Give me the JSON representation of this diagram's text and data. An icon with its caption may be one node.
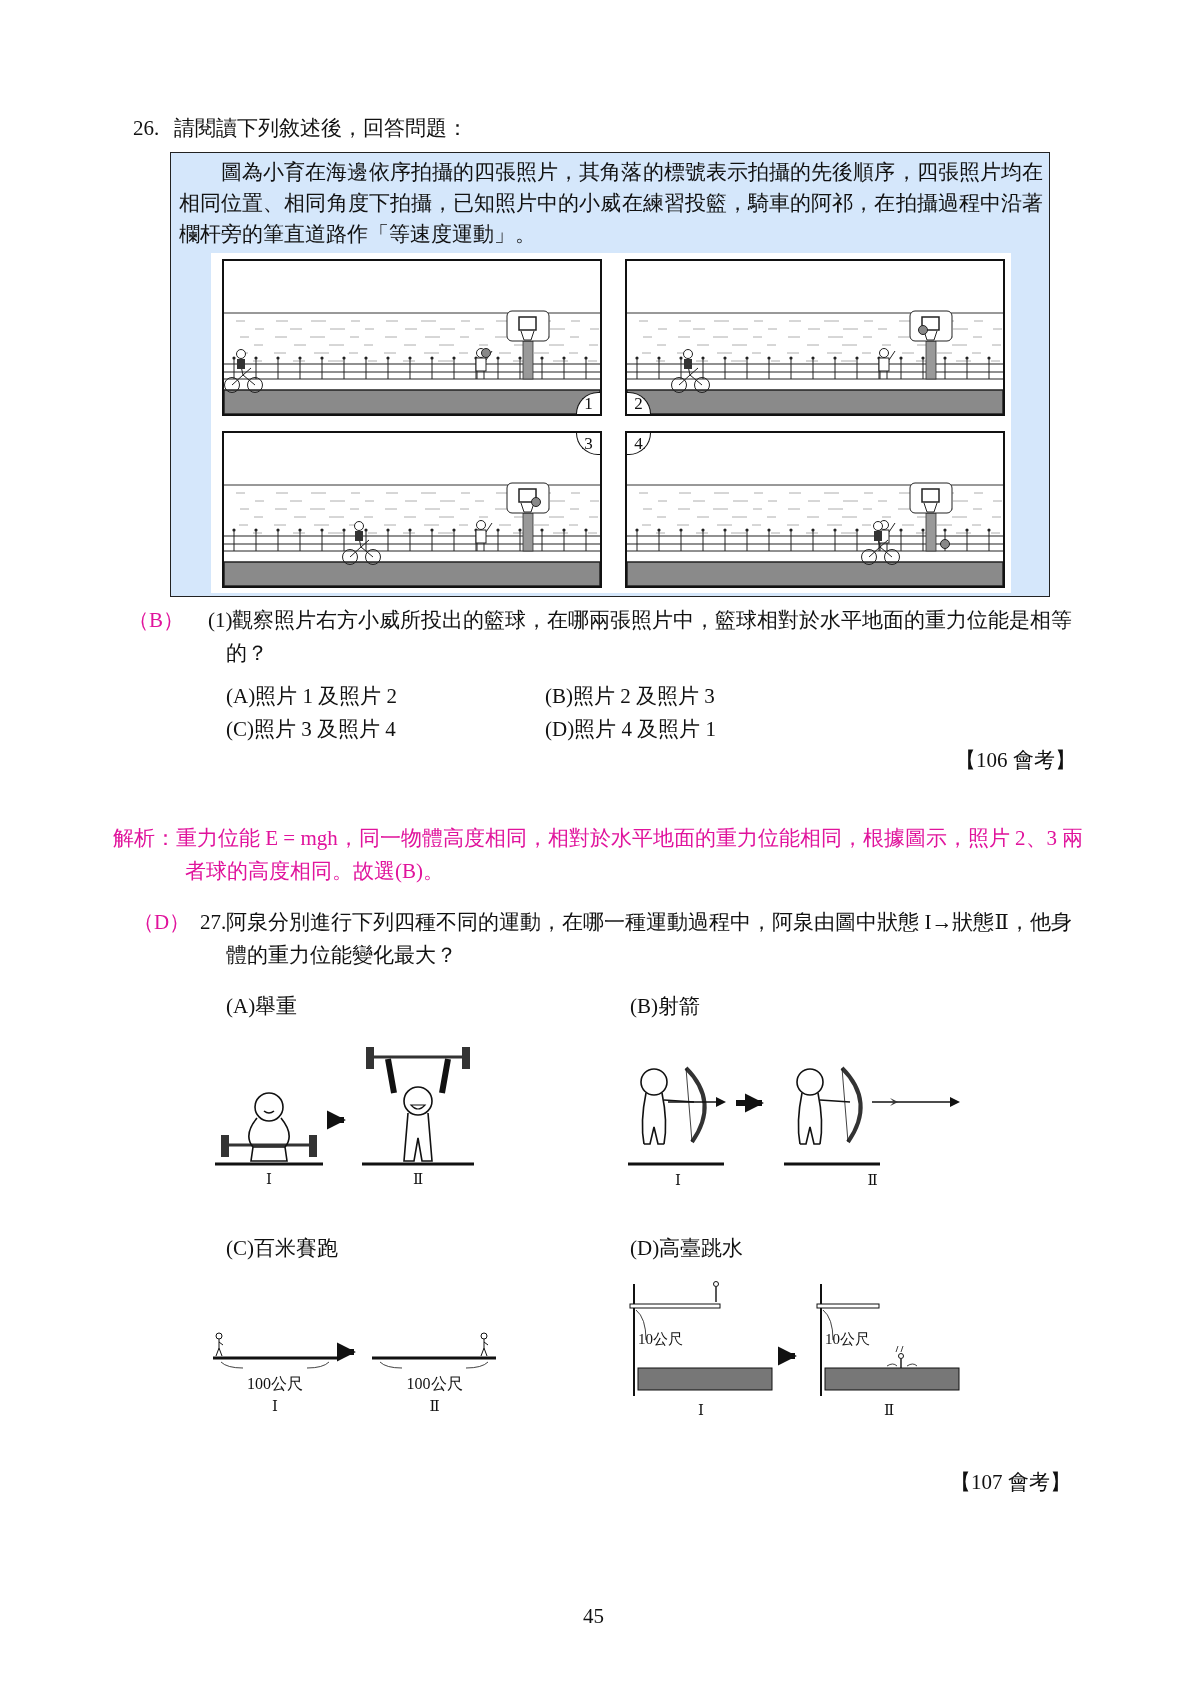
{
  "diagram": {
    "nodes": [
      {
        "text": [
          "圖為小育在海邊依序拍攝的四張照片，其角落的標號表示拍攝的先後順序，四張照片均在相同位置、相同角度下拍攝，已知照片中的小威在練習投籃，騎車的阿祁，在拍攝過程中沿著欄杆旁的筆直道路作「等速度運動」。"
        ]
      },
      {
        "text": [
          "1"
        ],
        "in": 0
      },
      {
        "text": [
          "2"
        ],
        "in": 0
      },
      {
        "text": [
          "3"
        ],
        "in": 0
      },
      {
        "text": [
          "4"
        ],
        "in": 0
      },
      {
        "text": [],
        "shape": "picture",
        "beside": [
          "Ⅰ"
        ]
      },
      {
        "text": [],
        "shape": "picture",
        "beside": [
          "Ⅱ"
        ]
      },
      {
        "text": [],
        "shape": "picture",
        "beside": [
          "Ⅰ"
        ]
      },
      {
        "text": [],
        "shape": "picture",
        "beside": [
          "Ⅱ"
        ]
      },
      {
        "text": [],
        "shape": "picture",
        "beside": [
          "100公尺",
          "Ⅰ"
        ]
      },
      {
        "text": [],
        "shape": "picture",
        "beside": [
          "100公尺",
          "Ⅱ"
        ]
      },
      {
        "text": [
          "10公尺"
        ],
        "beside": [
          "Ⅰ"
        ]
      },
      {
        "text": [
          "10公尺"
        ],
        "beside": [
          "Ⅱ"
        ]
      }
    ],
    "edges": [
      {
        "from": 5,
        "to": 6,
        "arrow": "to"
      },
      {
        "from": 7,
        "to": 8,
        "arrow": "to"
      },
      {
        "from": 9,
        "to": 10,
        "arrow": "to"
      },
      {
        "from": 11,
        "to": 12,
        "arrow": "to"
      }
    ],
    "labels": [
      "26.",
      "請閱讀下列敘述後，回答問題：",
      "（B）",
      "(1)觀察照片右方小威所投出的籃球，在哪兩張照片中，籃球相對於水平地面的重力位能是相等的？",
      "(A)照片 1 及照片 2",
      "(B)照片 2 及照片 3",
      "(C)照片 3 及照片 4",
      "(D)照片 4 及照片 1",
      "【106 會考】",
      "解析：重力位能 E = mgh，同一物體高度相同，相對於水平地面的重力位能相同，根據圖示，照片 2、3 兩者球的高度相同。故選(B)。",
      "（D）",
      "27.阿泉分別進行下列四種不同的運動，在哪一種運動過程中，阿泉由圖中狀態 I→狀態Ⅱ，他身體的重力位能變化最大？",
      "(A)舉重",
      "(B)射箭",
      "(C)百米賽跑",
      "(D)高臺跳水",
      "【107 會考】",
      "45"
    ]
  }
}
